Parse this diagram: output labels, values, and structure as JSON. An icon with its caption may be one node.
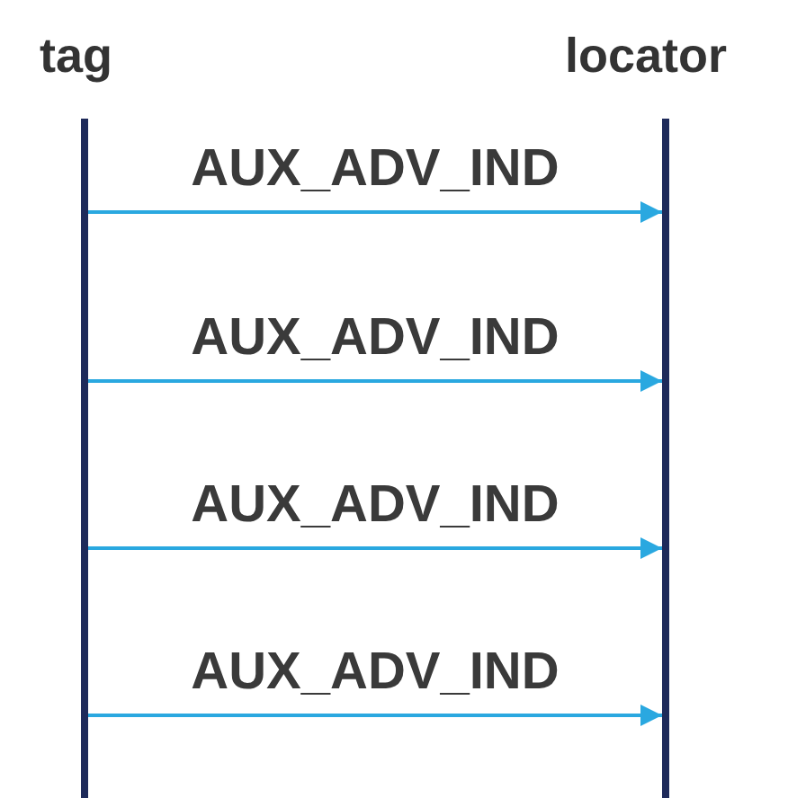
{
  "diagram": {
    "nodes": [
      {
        "text": [
          "tag"
        ]
      },
      {
        "text": [
          "locator"
        ]
      }
    ],
    "edges": [
      {
        "from": 0,
        "to": 1,
        "arrow": "to",
        "label": "AUX_ADV_IND"
      },
      {
        "from": 0,
        "to": 1,
        "arrow": "to",
        "label": "AUX_ADV_IND"
      },
      {
        "from": 0,
        "to": 1,
        "arrow": "to",
        "label": "AUX_ADV_IND"
      },
      {
        "from": 0,
        "to": 1,
        "arrow": "to",
        "label": "AUX_ADV_IND"
      }
    ]
  }
}
